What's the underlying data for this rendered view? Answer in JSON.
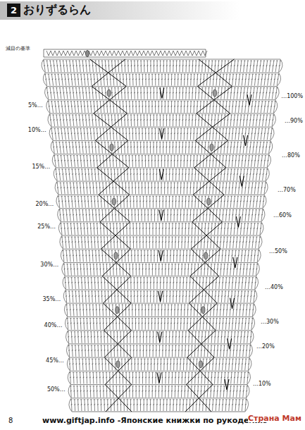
{
  "diagram": {
    "title": "おりずるらん",
    "nodes": [
      {
        "text": [
          "2"
        ]
      }
    ],
    "labels": [
      "減目の基準",
      "5%…",
      "10%…",
      "15%…",
      "20%…",
      "25%…",
      "30%…",
      "35%…",
      "40%…",
      "45%…",
      "50%…",
      "…100%",
      "…90%",
      "…80%",
      "…70%",
      "…60%",
      "…50%",
      "…40%",
      "…30%",
      "…20%",
      "…10%",
      "8",
      "www.giftjap.info -Японские книжки по рукоделию",
      "Страна Мам"
    ]
  }
}
